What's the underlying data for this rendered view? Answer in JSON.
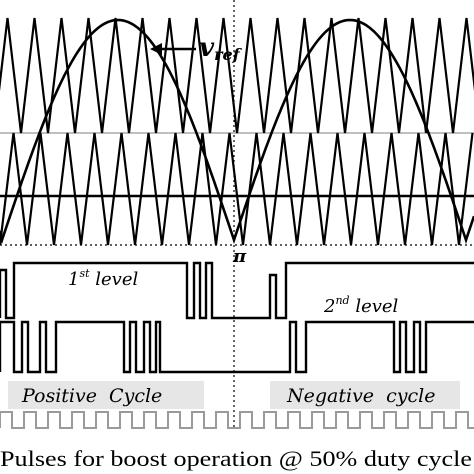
{
  "labels": {
    "vref_main": "v",
    "vref_sub": "ref",
    "pi": "π",
    "level1_num": "1",
    "level1_sup": "st",
    "level1_word": " level",
    "level2_num": "2",
    "level2_sup": "nd",
    "level2_word": " level",
    "positive": "Positive  Cycle",
    "negative": "Negative  cycle",
    "caption": "Pulses for boost operation @ 50% duty cycle"
  },
  "colors": {
    "ink": "#000000",
    "band": "#e6e6e6",
    "grid": "#aaaaaa",
    "pulse_gray": "#9a9a9a"
  }
}
